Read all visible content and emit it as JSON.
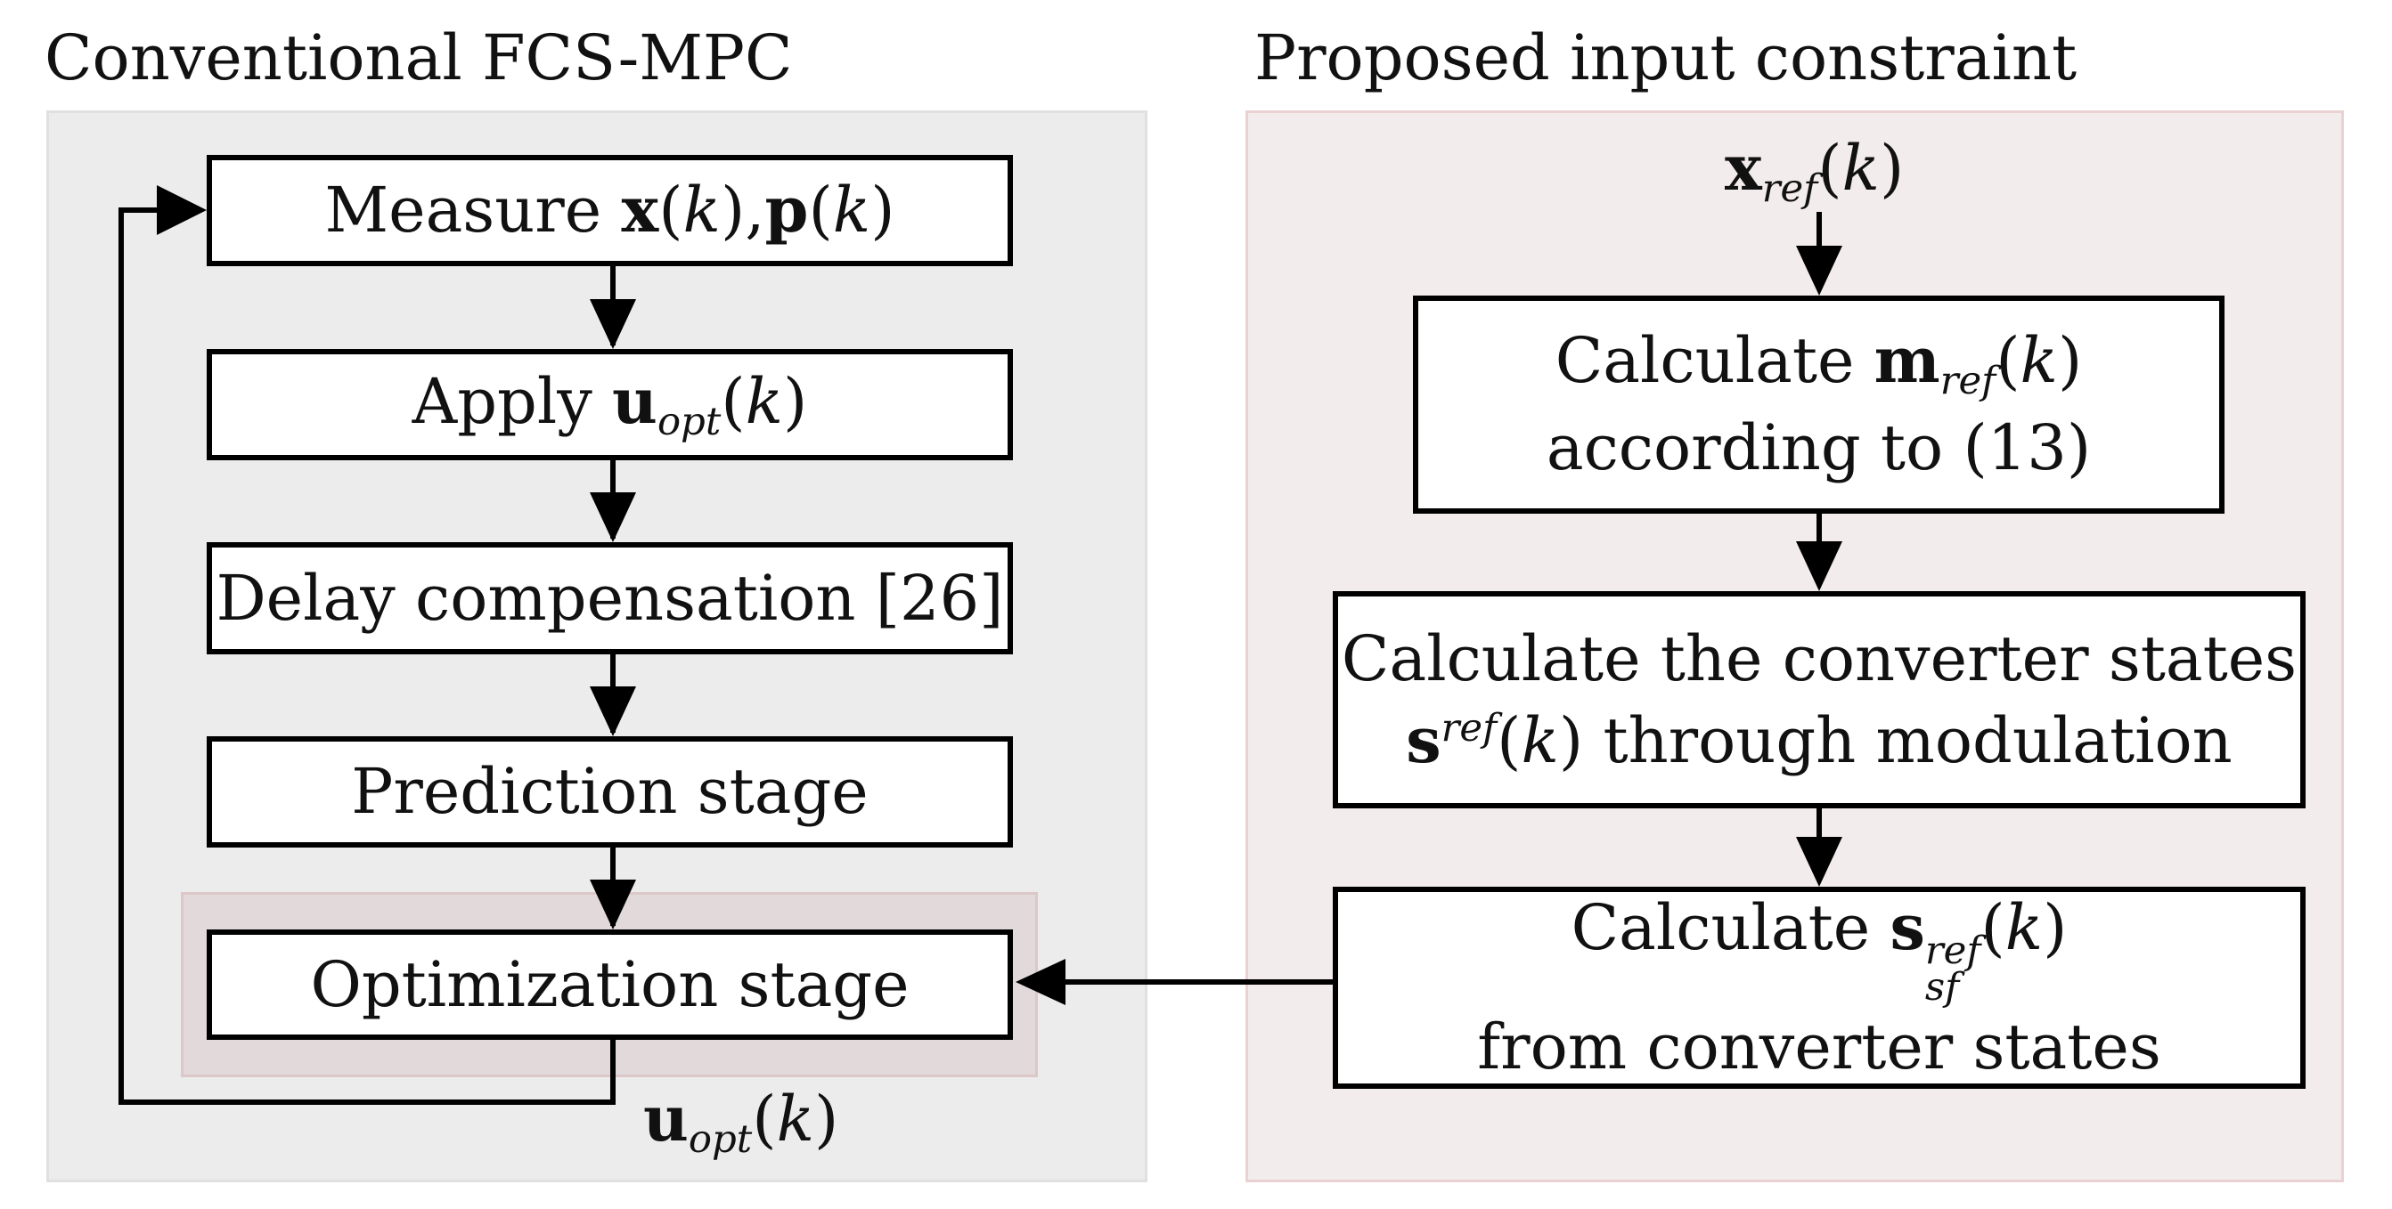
{
  "titles": {
    "left": "Conventional FCS-MPC",
    "right": "Proposed input constraint"
  },
  "left_flow": {
    "measure": {
      "word": "Measure",
      "x_sym": "x",
      "p_sym": "p",
      "arg": "k",
      "sep": ","
    },
    "apply": {
      "word": "Apply",
      "sym": "u",
      "sub": "opt",
      "arg": "k"
    },
    "delay": "Delay compensation [26]",
    "prediction": "Prediction stage",
    "optimization": "Optimization stage",
    "output_label": {
      "sym": "u",
      "sub": "opt",
      "arg": "k"
    }
  },
  "right_flow": {
    "input_label": {
      "sym": "x",
      "sub": "ref",
      "arg": "k"
    },
    "calc_m": {
      "word": "Calculate",
      "sym": "m",
      "sub": "ref",
      "arg": "k",
      "line2": "according to (13)"
    },
    "calc_s": {
      "line1": "Calculate the converter states",
      "sym": "s",
      "sup": "ref",
      "arg": "k",
      "line2_tail": "through modulation"
    },
    "calc_ssf": {
      "word": "Calculate",
      "sym": "s",
      "sup": "ref",
      "sub": "sf",
      "arg": "k",
      "line2": "from converter states"
    }
  },
  "colors": {
    "left_panel": "#ececec",
    "right_panel": "#f3ecec",
    "highlight": "#e2dada",
    "stroke": "#000000"
  }
}
